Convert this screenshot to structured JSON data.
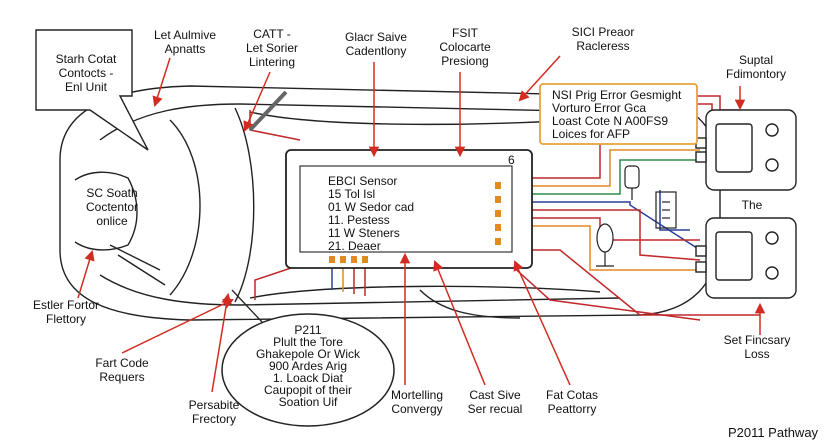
{
  "callouts": {
    "top_left_box": "Starh Cotat\nContocts -\nEnl Unit",
    "bottom_bubble": "P211\nPlult the Tore\nGhakepole Or Wick\n900 Ardes Arig\n1. Loack Diat\nCaupopit of their\nSoation Uif"
  },
  "labels": {
    "let_aulmive": "Let Aulmive\nApnatts",
    "catt": "CATT -\nLet Sorier\nLintering",
    "glacr": "Glacr Saive\nCadentlony",
    "fsit": "FSIT\nColocarte\nPresiong",
    "sici": "SICI Preaor\nRacleress",
    "suptal": "Suptal\nFdimontory",
    "sc_soath": "SC Soath\nCoctentor\nonlice",
    "the": "The",
    "ester": "Estler Fortor\nFlettory",
    "fart_code": "Fart Code\nRequers",
    "persabite": "Persabite\nFrectory",
    "mortelling": "Mortelling\nConvergy",
    "cast_sive": "Cast Sive\nSer recual",
    "fat_cotas": "Fat Cotas\nPeattorry",
    "set_fincsary": "Set Fincsary\nLoss",
    "footer": "P2011 Pathway"
  },
  "ecu": {
    "title": "EBCI Sensor",
    "lines": [
      "15 Tol Isl",
      "01 W Sedor cad",
      "11. Pestess",
      "11 W Steners",
      "21. Deaer"
    ],
    "corner_mark": "6"
  },
  "error_box": {
    "lines": [
      "NSI Prig Error Gesmight",
      "Vorturo Error Gca",
      "Loast Cote N A00FS9",
      "Loices for AFP"
    ]
  },
  "colors": {
    "wire_red": "#c0282a",
    "arrow_red": "#d22c22",
    "wire_blue": "#2a3f9a",
    "wire_orange": "#e08a22",
    "wire_green": "#2e8a4a",
    "error_border": "#e6a33a",
    "outline": "#222222"
  }
}
